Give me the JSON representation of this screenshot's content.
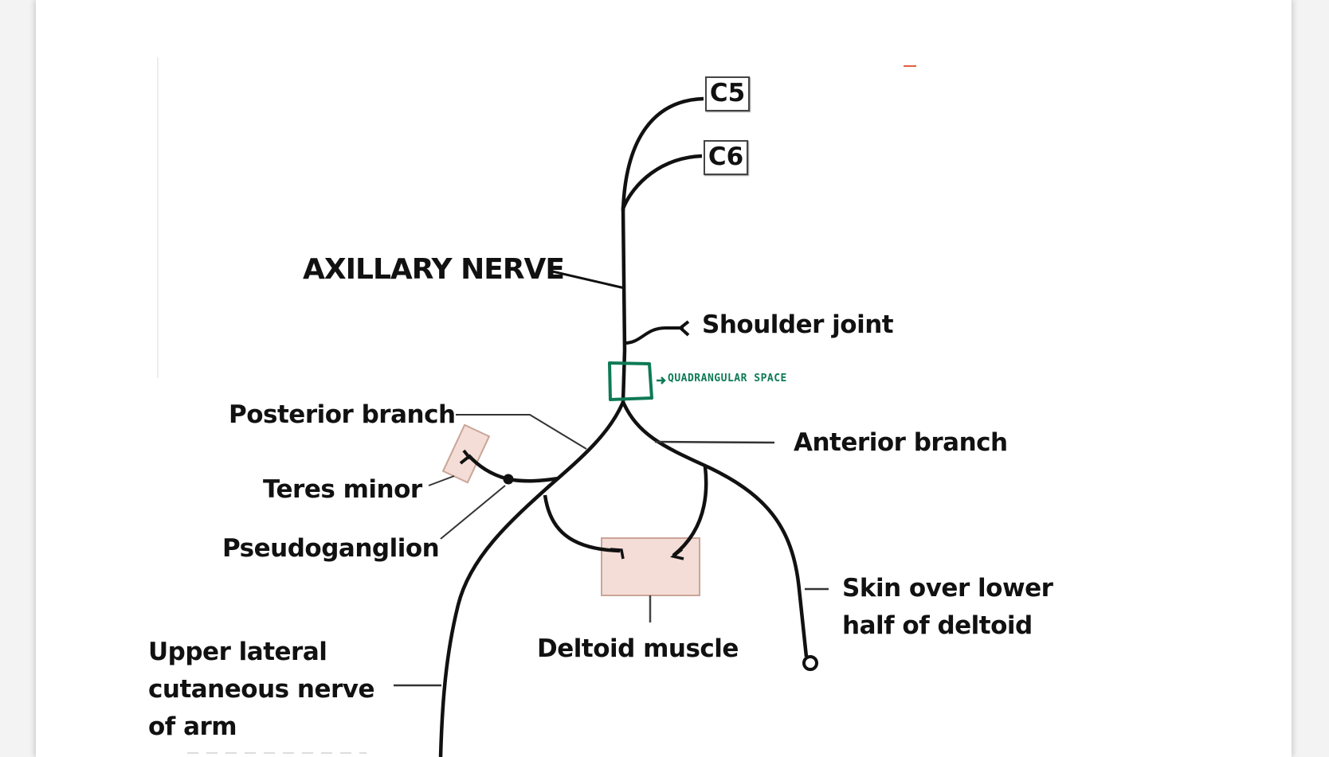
{
  "diagram": {
    "title": "AXILLARY NERVE",
    "roots": [
      "C5",
      "C6"
    ],
    "labels": {
      "shoulder_joint": "Shoulder joint",
      "quadrangular_space": "QUADRANGULAR SPACE",
      "posterior_branch": "Posterior branch",
      "anterior_branch": "Anterior branch",
      "teres_minor": "Teres minor",
      "pseudoganglion": "Pseudoganglion",
      "skin_line1": "Skin over lower",
      "skin_line2": "half of deltoid",
      "deltoid_muscle": "Deltoid muscle",
      "ulcn_line1": "Upper lateral",
      "ulcn_line2": "cutaneous nerve",
      "ulcn_line3": "of arm"
    },
    "colors": {
      "nerve": "#111111",
      "annotation_green": "#0e7a55",
      "muscle_fill": "#f4ddd6",
      "muscle_border": "#c9a598"
    }
  }
}
